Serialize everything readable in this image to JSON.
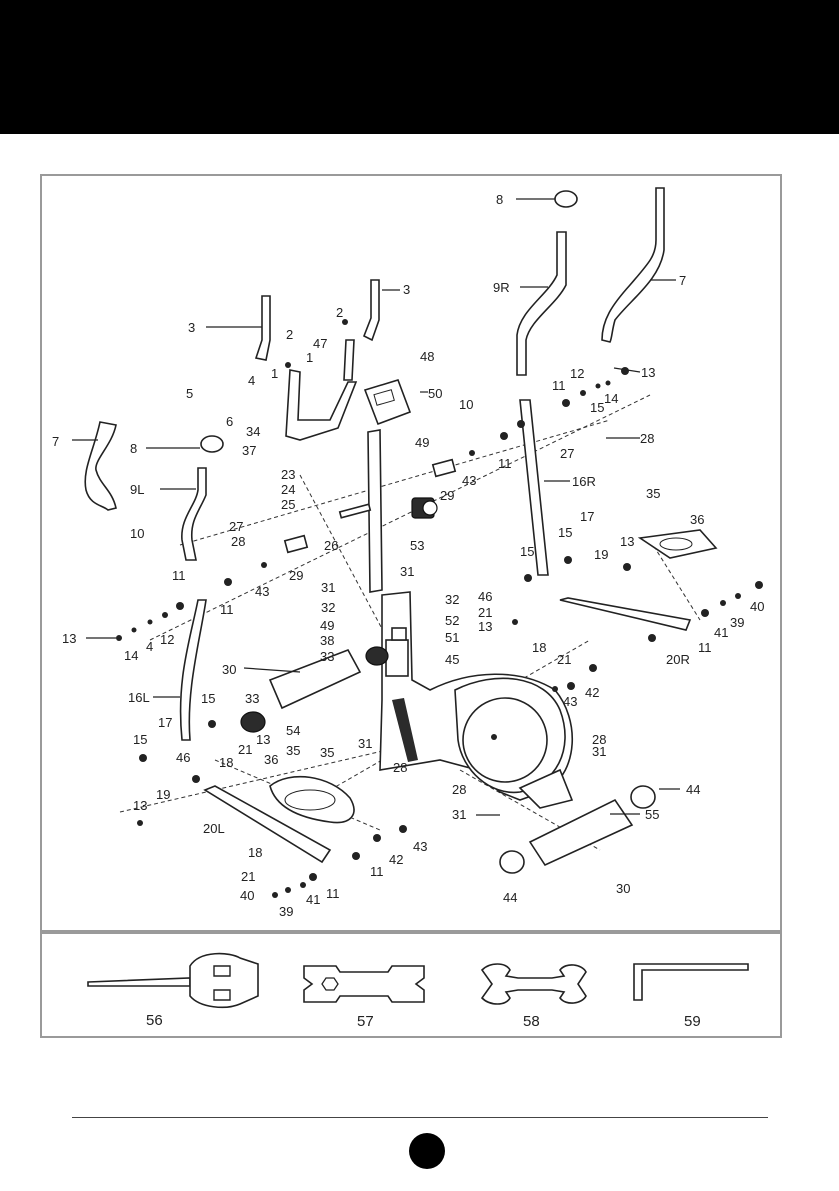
{
  "diagram": {
    "part_labels": {
      "p1a": "1",
      "p1b": "1",
      "p2a": "2",
      "p2b": "2",
      "p3a": "3",
      "p3b": "3",
      "p4a": "4",
      "p4b": "4",
      "p5": "5",
      "p6": "6",
      "p7a": "7",
      "p7b": "7",
      "p8a": "8",
      "p8b": "8",
      "p9L": "9L",
      "p9R": "9R",
      "p10a": "10",
      "p10b": "10",
      "p11a": "11",
      "p11b": "11",
      "p11c": "11",
      "p11d": "11",
      "p11e": "11",
      "p11f": "11",
      "p11g": "11",
      "p12a": "12",
      "p12b": "12",
      "p13a": "13",
      "p13b": "13",
      "p13c": "13",
      "p13d": "13",
      "p13e": "13",
      "p13f": "13",
      "p14a": "14",
      "p14b": "14",
      "p15a": "15",
      "p15b": "15",
      "p15c": "15",
      "p15d": "15",
      "p15e": "15",
      "p16L": "16L",
      "p16R": "16R",
      "p17a": "17",
      "p17b": "17",
      "p18a": "18",
      "p18b": "18",
      "p18c": "18",
      "p19a": "19",
      "p19b": "19",
      "p20L": "20L",
      "p20R": "20R",
      "p21a": "21",
      "p21b": "21",
      "p21c": "21",
      "p21d": "21",
      "p23": "23",
      "p24": "24",
      "p25": "25",
      "p26": "26",
      "p27a": "27",
      "p27b": "27",
      "p28a": "28",
      "p28b": "28",
      "p28c": "28",
      "p28d": "28",
      "p28e": "28",
      "p29a": "29",
      "p29b": "29",
      "p30a": "30",
      "p30b": "30",
      "p31a": "31",
      "p31b": "31",
      "p31c": "31",
      "p31d": "31",
      "p31e": "31",
      "p32a": "32",
      "p32b": "32",
      "p33a": "33",
      "p33b": "33",
      "p34": "34",
      "p35a": "35",
      "p35b": "35",
      "p35c": "35",
      "p36a": "36",
      "p36b": "36",
      "p37": "37",
      "p38": "38",
      "p39a": "39",
      "p39b": "39",
      "p40a": "40",
      "p40b": "40",
      "p41a": "41",
      "p41b": "41",
      "p42a": "42",
      "p42b": "42",
      "p43a": "43",
      "p43b": "43",
      "p43c": "43",
      "p43d": "43",
      "p44a": "44",
      "p44b": "44",
      "p45": "45",
      "p46a": "46",
      "p46b": "46",
      "p47": "47",
      "p48": "48",
      "p49a": "49",
      "p49b": "49",
      "p50": "50",
      "p51": "51",
      "p52": "52",
      "p53": "53",
      "p54": "54",
      "p55": "55"
    }
  },
  "tools": {
    "items": [
      {
        "label": "56"
      },
      {
        "label": "57"
      },
      {
        "label": "58"
      },
      {
        "label": "59"
      }
    ]
  }
}
